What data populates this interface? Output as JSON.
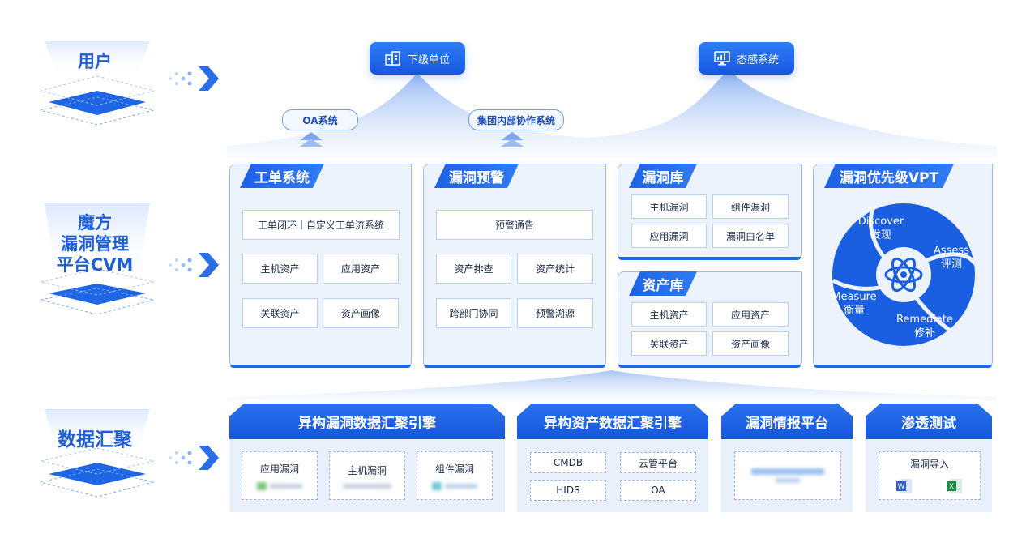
{
  "layers": {
    "user": "用户",
    "platform": [
      "魔方",
      "漏洞管理",
      "平台CVM"
    ],
    "data": "数据汇聚"
  },
  "users": {
    "subordinate": "下级单位",
    "situation": "态感系统",
    "oa": "OA系统",
    "group": "集团内部协作系统"
  },
  "ticket": {
    "title": "工单系统",
    "items": [
      "工单闭环丨自定义工单流系统",
      "主机资产",
      "应用资产",
      "关联资产",
      "资产画像"
    ]
  },
  "warning": {
    "title": "漏洞预警",
    "items": [
      "预警通告",
      "资产排查",
      "资产统计",
      "跨部门协同",
      "预警溯源"
    ]
  },
  "vuldb": {
    "title": "漏洞库",
    "items": [
      "主机漏洞",
      "组件漏洞",
      "应用漏洞",
      "漏洞白名单"
    ]
  },
  "assetdb": {
    "title": "资产库",
    "items": [
      "主机资产",
      "应用资产",
      "关联资产",
      "资产画像"
    ]
  },
  "vpt": {
    "title": "漏洞优先级VPT",
    "discover_en": "Discover",
    "discover_zh": "发现",
    "assess_en": "Assess",
    "assess_zh": "评测",
    "remediate_en": "Remediate",
    "remediate_zh": "修补",
    "measure_en": "Measure",
    "measure_zh": "衡量"
  },
  "engines": {
    "vuln": {
      "title": "异构漏洞数据汇聚引擎",
      "items": [
        "应用漏洞",
        "主机漏洞",
        "组件漏洞"
      ]
    },
    "asset": {
      "title": "异构资产数据汇聚引擎",
      "items": [
        "CMDB",
        "云管平台",
        "HIDS",
        "OA"
      ]
    },
    "intel": {
      "title": "漏洞情报平台"
    },
    "pentest": {
      "title": "渗透测试",
      "item": "漏洞导入"
    }
  },
  "colors": {
    "primary": "#1f66e5",
    "panel_bg": "#edf3fd",
    "accent_light": "#9fbdf0"
  }
}
